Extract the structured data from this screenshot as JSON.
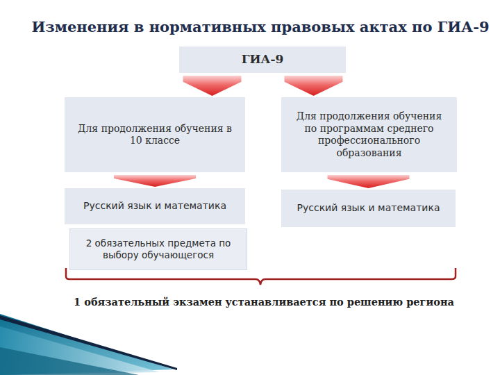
{
  "diagram": {
    "title": "Изменения в нормативных правовых актах по ГИА-9",
    "nodes": [
      {
        "text": [
          "ГИА-9"
        ]
      },
      {
        "text": [
          "Для продолжения обучения в 10 классе"
        ]
      },
      {
        "text": [
          "Для продолжения обучения по программам среднего профессионального образования"
        ]
      },
      {
        "text": [
          "Русский язык и математика"
        ]
      },
      {
        "text": [
          "Русский язык и математика"
        ]
      },
      {
        "text": [
          "2 обязательных предмета по выбору обучающегося"
        ]
      }
    ],
    "edges": [
      {
        "from": 0,
        "to": 1,
        "arrow": "to"
      },
      {
        "from": 0,
        "to": 2,
        "arrow": "to"
      },
      {
        "from": 1,
        "to": 3,
        "arrow": "to"
      },
      {
        "from": 2,
        "to": 4,
        "arrow": "to"
      }
    ],
    "labels": [
      "1 обязательный экзамен устанавливается по решению региона"
    ]
  }
}
